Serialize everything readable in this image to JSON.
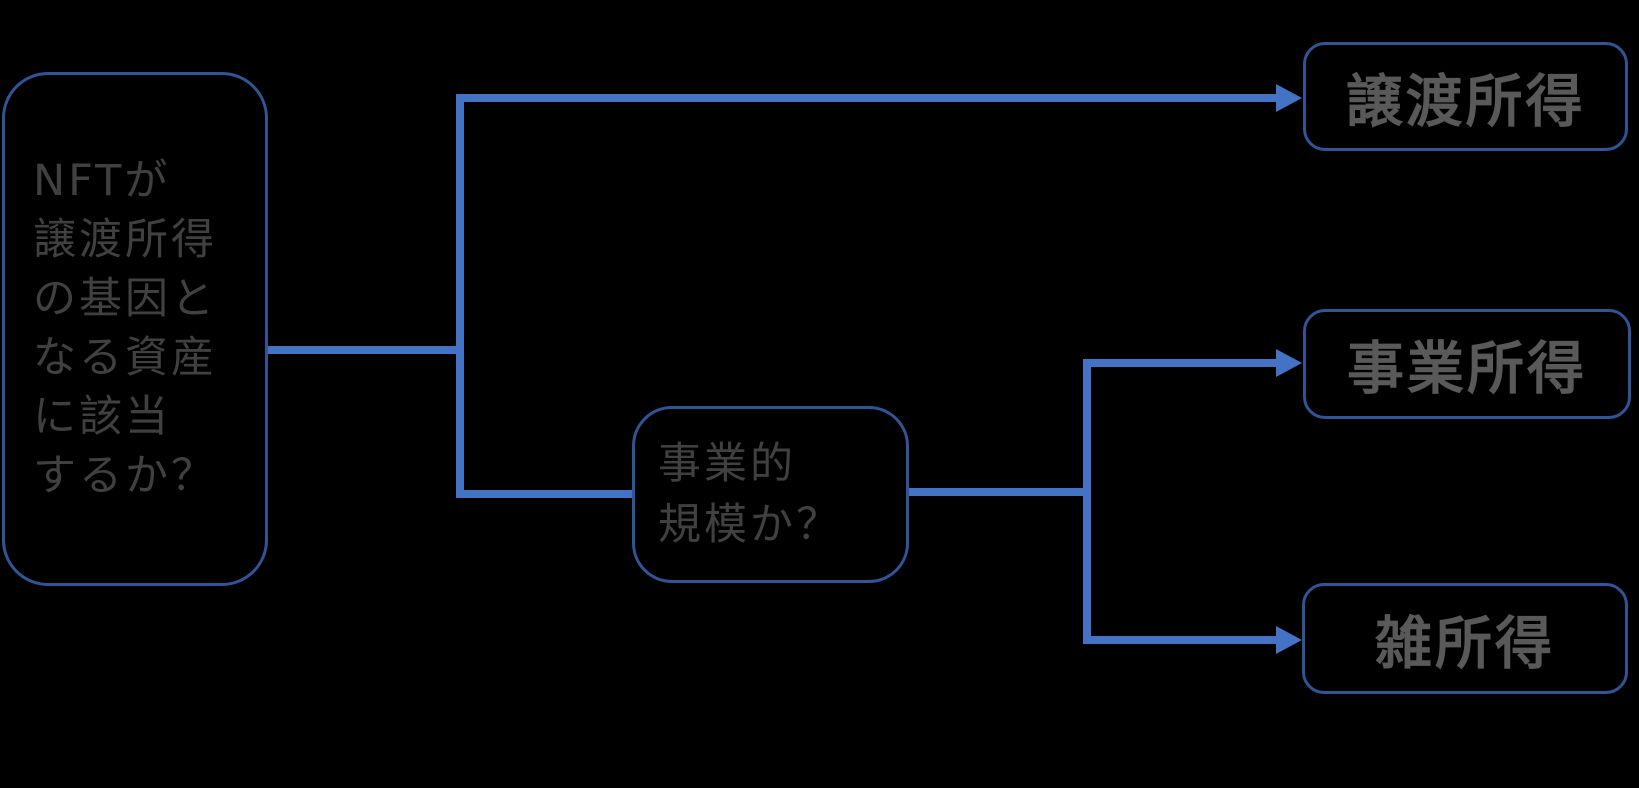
{
  "colors": {
    "background": "#000000",
    "connector": "#4472c4",
    "box_border": "#2f5597",
    "question_text": "#404040",
    "result_text": "#595959"
  },
  "diagram": {
    "type": "flowchart",
    "question_nodes": {
      "q1": {
        "lines": [
          "NFTが",
          "譲渡所得",
          "の基因と",
          "なる資産",
          "に該当",
          "するか？"
        ]
      },
      "q2": {
        "lines": [
          "事業的",
          "規模か？"
        ]
      }
    },
    "result_nodes": {
      "r1": {
        "label": "譲渡所得"
      },
      "r2": {
        "label": "事業所得"
      },
      "r3": {
        "label": "雑所得"
      }
    },
    "edges": [
      {
        "from": "q1",
        "to": "r1",
        "arrow": true
      },
      {
        "from": "q1",
        "to": "q2",
        "arrow": false
      },
      {
        "from": "q2",
        "to": "r2",
        "arrow": true
      },
      {
        "from": "q2",
        "to": "r3",
        "arrow": true
      }
    ]
  }
}
